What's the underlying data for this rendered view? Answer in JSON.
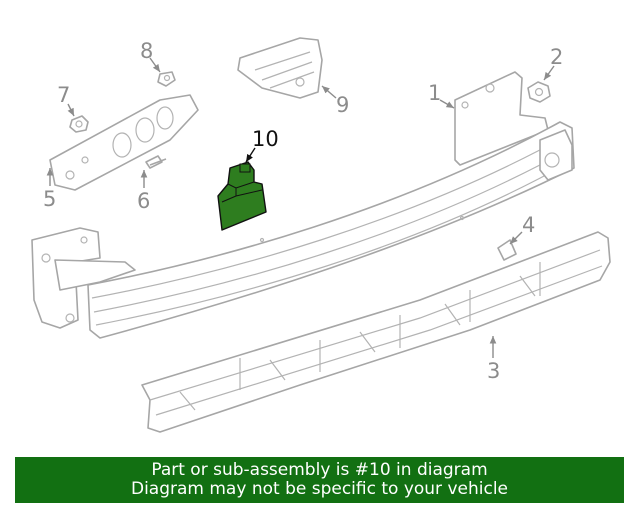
{
  "diagram": {
    "highlighted_part": "10",
    "highlight_color": "#2e7d1f",
    "callouts": [
      "1",
      "2",
      "3",
      "4",
      "5",
      "6",
      "7",
      "8",
      "9",
      "10"
    ]
  },
  "banner": {
    "line1": "Part or sub-assembly is #10 in diagram",
    "line2": "Diagram may not be specific to your vehicle",
    "background": "#127012"
  }
}
